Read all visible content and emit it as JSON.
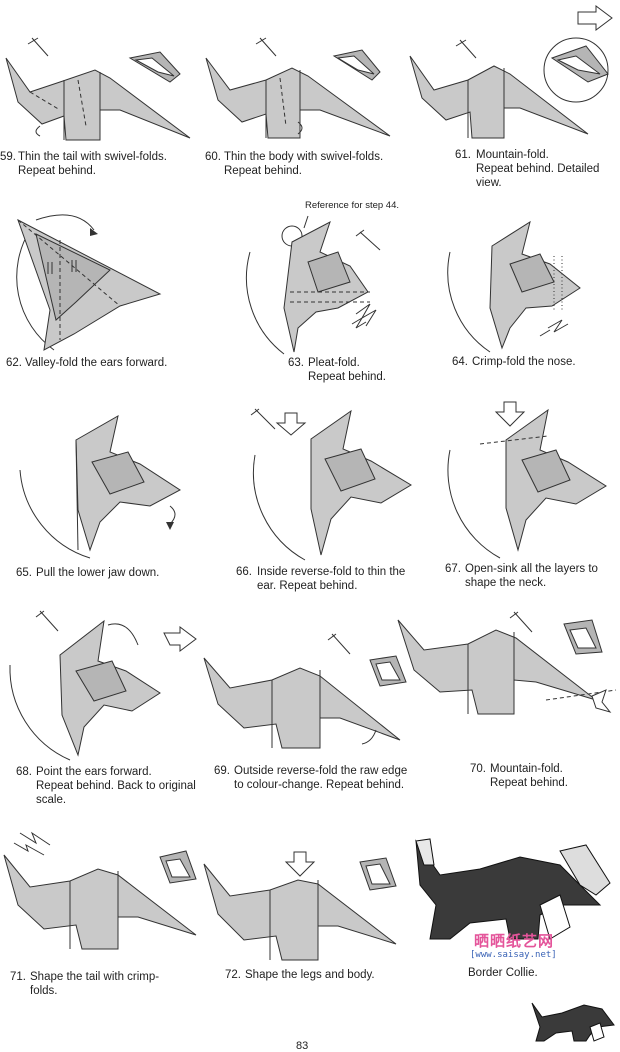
{
  "steps": [
    {
      "number": "59.",
      "text": "Thin the tail with swivel-folds.\nRepeat behind."
    },
    {
      "number": "60.",
      "text": "Thin the body with swivel-folds.\nRepeat behind."
    },
    {
      "number": "61.",
      "text": "Mountain-fold.\nRepeat behind. Detailed\nview."
    },
    {
      "number": "62.",
      "text": "Valley-fold the ears forward."
    },
    {
      "number": "63.",
      "text": "Pleat-fold.\nRepeat behind."
    },
    {
      "number": "64.",
      "text": "Crimp-fold the nose."
    },
    {
      "number": "65.",
      "text": "Pull the lower jaw down."
    },
    {
      "number": "66.",
      "text": "Inside reverse-fold to thin the\near. Repeat behind."
    },
    {
      "number": "67.",
      "text": "Open-sink all the layers to\nshape the neck."
    },
    {
      "number": "68.",
      "text": "Point the ears forward.\nRepeat behind. Back to original\nscale."
    },
    {
      "number": "69.",
      "text": "Outside reverse-fold the raw edge\nto colour-change. Repeat behind."
    },
    {
      "number": "70.",
      "text": "Mountain-fold.\nRepeat behind."
    },
    {
      "number": "71.",
      "text": "Shape the tail with crimp-\nfolds."
    },
    {
      "number": "72.",
      "text": "Shape the legs and body."
    },
    {
      "number": "",
      "text": "Border Collie."
    }
  ],
  "reference_label": "Reference for step 44.",
  "watermark": {
    "text": "晒晒纸艺网",
    "url": "[www.saisay.net]"
  },
  "page_number": "83"
}
